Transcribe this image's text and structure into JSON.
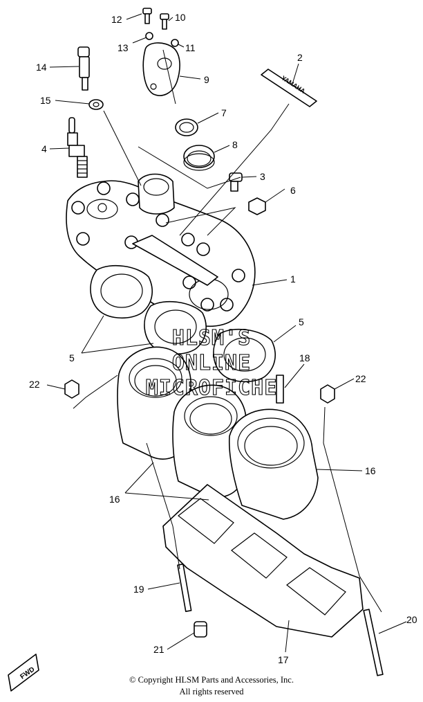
{
  "watermark": {
    "line1": "HLSM'S",
    "line2": "ONLINE",
    "line3": "MICROFICHE"
  },
  "badge": {
    "fwd": "FWD",
    "brand": "YAMAHA"
  },
  "callouts": [
    "1",
    "2",
    "3",
    "4",
    "5",
    "5",
    "6",
    "7",
    "8",
    "9",
    "10",
    "11",
    "12",
    "13",
    "14",
    "15",
    "16",
    "16",
    "17",
    "18",
    "19",
    "20",
    "21",
    "22",
    "22"
  ],
  "copyright": {
    "line1": "© Copyright HLSM Parts and Accessories, Inc.",
    "line2": "All rights reserved"
  }
}
